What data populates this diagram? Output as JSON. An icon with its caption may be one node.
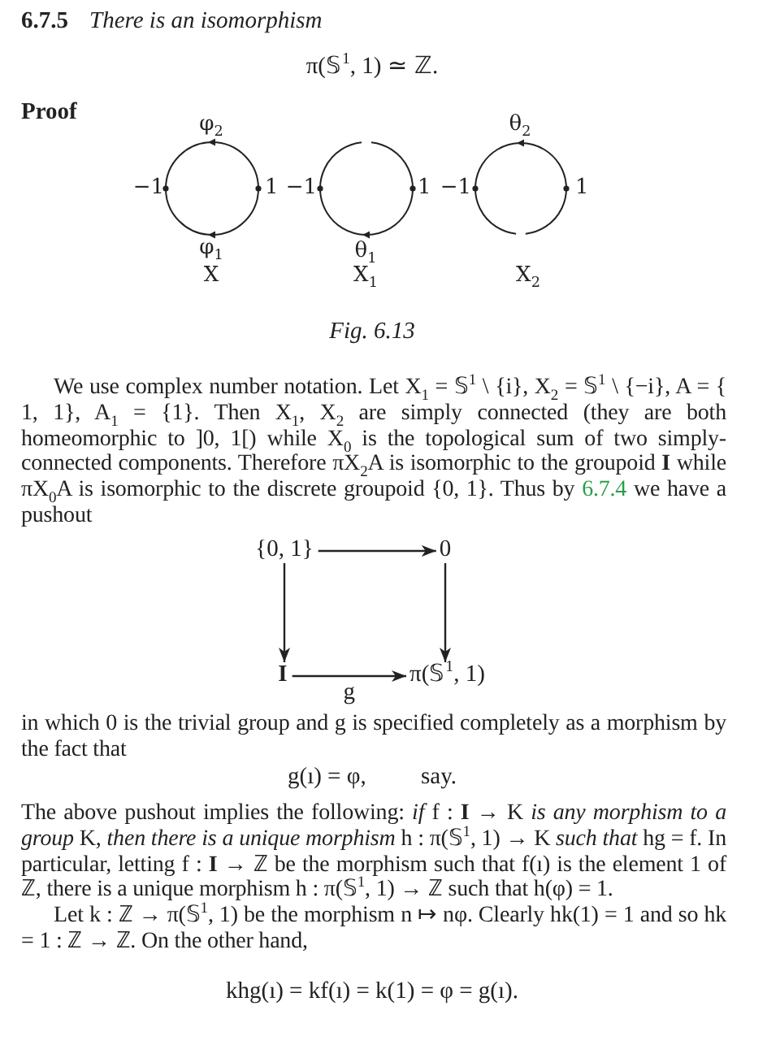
{
  "diagram": {
    "caption": "Fig. 6.13",
    "nodes": [
      {
        "text": [
          "{0, 1}"
        ]
      },
      {
        "text": [
          "0"
        ]
      },
      {
        "text": [
          "I"
        ]
      },
      {
        "text": [
          "π(𝕊$^{1}$, 1)"
        ]
      }
    ],
    "edges": [
      {
        "from": 0,
        "to": 1,
        "arrow": "to"
      },
      {
        "from": 0,
        "to": 2,
        "arrow": "to"
      },
      {
        "from": 1,
        "to": 3,
        "arrow": "to"
      },
      {
        "from": 2,
        "to": 3,
        "arrow": "to",
        "label": "g"
      }
    ],
    "labels": [
      "6.7.5",
      "There is an isomorphism",
      "π(𝕊$^{1}$, 1) ≃ ℤ.",
      "Proof",
      "φ$_{2}$",
      "θ$_{2}$",
      "−1",
      "1",
      "−1",
      "1",
      "−1",
      "1",
      "φ$_{1}$",
      "θ$_{1}$",
      "X",
      "X$_{1}$",
      "X$_{2}$",
      "We use complex number notation. Let X$_{1}$ = 𝕊$^{1}$ \\ {i}, X$_{2}$ = 𝕊$^{1}$ \\ {−i}, A = { 1, 1}, A$_{1}$ = {1}. Then X$_{1}$, X$_{2}$ are simply connected (they are both homeomorphic to ]0, 1[) while X$_{0}$ is the topological sum of two simply-connected components. Therefore πX$_{2}$A is isomorphic to the groupoid **I** while πX$_{0}$A is isomorphic to the discrete groupoid {0, 1}. Thus by",
      "6.7.4",
      "we have a pushout",
      "in which 0 is the trivial group and g is specified completely as a morphism by the fact that",
      "g(ı) = φ,",
      "say.",
      "The above pushout implies the following: *if* f : **I** → K *is any morphism to a group* K, *then there is a unique morphism* h : π(𝕊$^{1}$, 1) → K *such that* hg = f. In particular, letting f : **I** → ℤ be the morphism such that f(ı) is the element 1 of ℤ, there is a unique morphism h : π(𝕊$^{1}$, 1) → ℤ such that h(φ) = 1.",
      "Let k : ℤ → π(𝕊$^{1}$, 1) be the morphism n ↦ nφ. Clearly hk(1) = 1 and so hk = 1 : ℤ → ℤ. On the other hand,",
      "khg(ı) = kf(ı) = k(1) = φ = g(ı)."
    ]
  }
}
